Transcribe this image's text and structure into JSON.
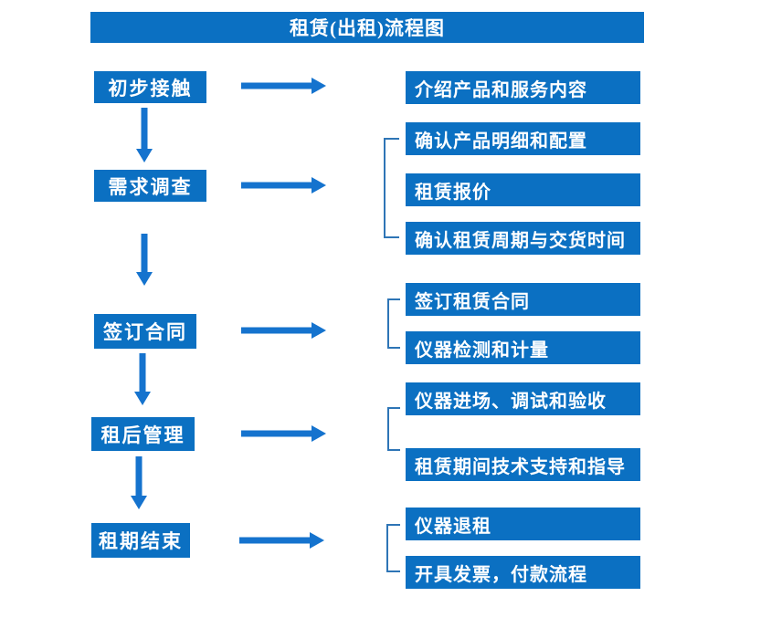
{
  "title": "租赁(出租)流程图",
  "colors": {
    "box_blue": "#0b70c2",
    "arrow_blue": "#1573ce",
    "bracket_blue": "#2e75b6",
    "text": "#ffffff",
    "background": "#ffffff"
  },
  "diagram": {
    "type": "flowchart",
    "steps": [
      {
        "label": "初步接触",
        "details": [
          "介绍产品和服务内容"
        ]
      },
      {
        "label": "需求调查",
        "details": [
          "确认产品明细和配置",
          "租赁报价",
          "确认租赁周期与交货时间"
        ]
      },
      {
        "label": "签订合同",
        "details": [
          "签订租赁合同",
          "仪器检测和计量"
        ]
      },
      {
        "label": "租后管理",
        "details": [
          "仪器进场、调试和验收",
          "租赁期间技术支持和指导"
        ]
      },
      {
        "label": "租期结束",
        "details": [
          "仪器退租",
          "开具发票，付款流程"
        ]
      }
    ]
  }
}
